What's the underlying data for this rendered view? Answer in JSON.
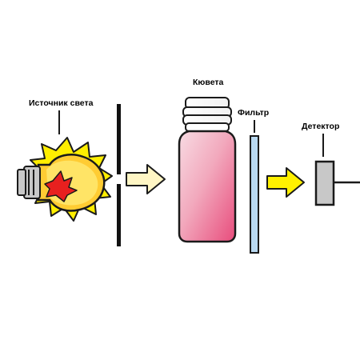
{
  "labels": {
    "source": "Источник света",
    "cuvette": "Кювета",
    "filter": "Фильтр",
    "detector": "Детектор"
  },
  "colors": {
    "outline": "#1a1a1a",
    "burst": "#ffee00",
    "bulb_glow": "#ffcc00",
    "flame": "#e8201f",
    "socket": "#c8c8c8",
    "arrow_light": "#fff6c4",
    "arrow_bright": "#fff000",
    "liquid_top": "#f4c6d2",
    "liquid_bottom": "#e8628a",
    "filter": "#b8d8f0",
    "detector": "#c8c8c8"
  }
}
